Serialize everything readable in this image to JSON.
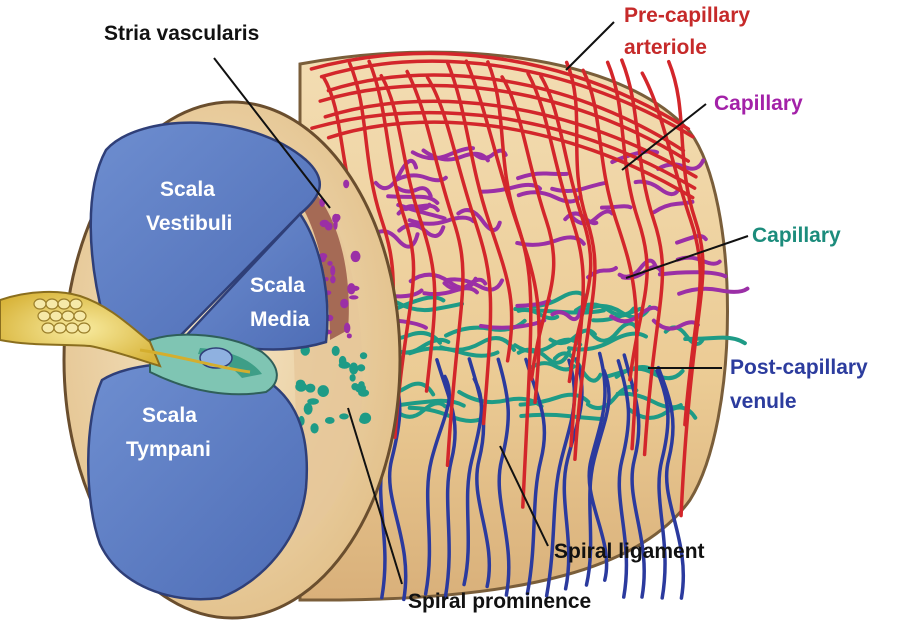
{
  "scala": {
    "vestibuli_line1": "Scala",
    "vestibuli_line2": "Vestibuli",
    "media_line1": "Scala",
    "media_line2": "Media",
    "tympani_line1": "Scala",
    "tympani_line2": "Tympani"
  },
  "labels": {
    "stria_vascularis": "Stria vascularis",
    "pre_capillary_line1": "Pre-capillary",
    "pre_capillary_line2": "arteriole",
    "capillary_purple": "Capillary",
    "capillary_teal": "Capillary",
    "post_capillary_line1": "Post-capillary",
    "post_capillary_line2": "venule",
    "spiral_ligament": "Spiral ligament",
    "spiral_prominence": "Spiral prominence"
  },
  "colors": {
    "tissue": "#F0D6A6",
    "tissue_shade": "#D9B27A",
    "chamber": "#5B7FC6",
    "arteriole": "#D3262B",
    "capillary_purple": "#9B2FA6",
    "capillary_teal": "#1E9B86",
    "venule": "#2B3A9E",
    "label_black": "#111111",
    "label_red": "#C62A2A",
    "label_purple": "#A321A8",
    "label_teal": "#1C8C7C",
    "label_blue": "#2C3C9E"
  }
}
